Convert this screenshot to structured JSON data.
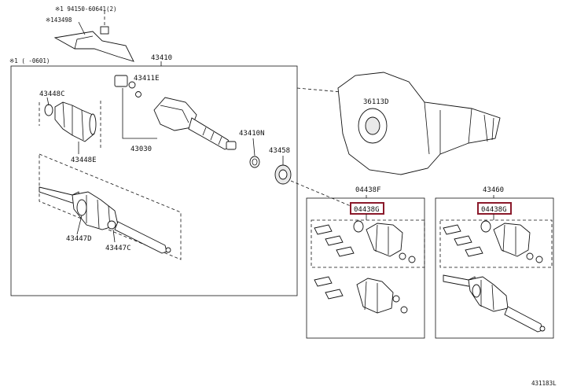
{
  "labels": {
    "note_top": "※1 94150-60641(2)",
    "p143498": "※143498",
    "p43410": "43410",
    "note_range": "※1 (   -0601)",
    "p43411E": "43411E",
    "p43448C": "43448C",
    "p43448E": "43448E",
    "p43030": "43030",
    "p43410N": "43410N",
    "p43458": "43458",
    "p43447D": "43447D",
    "p43447C": "43447C",
    "p36113D": "36113D",
    "p04438F": "04438F",
    "p43460": "43460",
    "hl1": "04438G",
    "hl2": "04438G",
    "figure_id": "431183L"
  }
}
